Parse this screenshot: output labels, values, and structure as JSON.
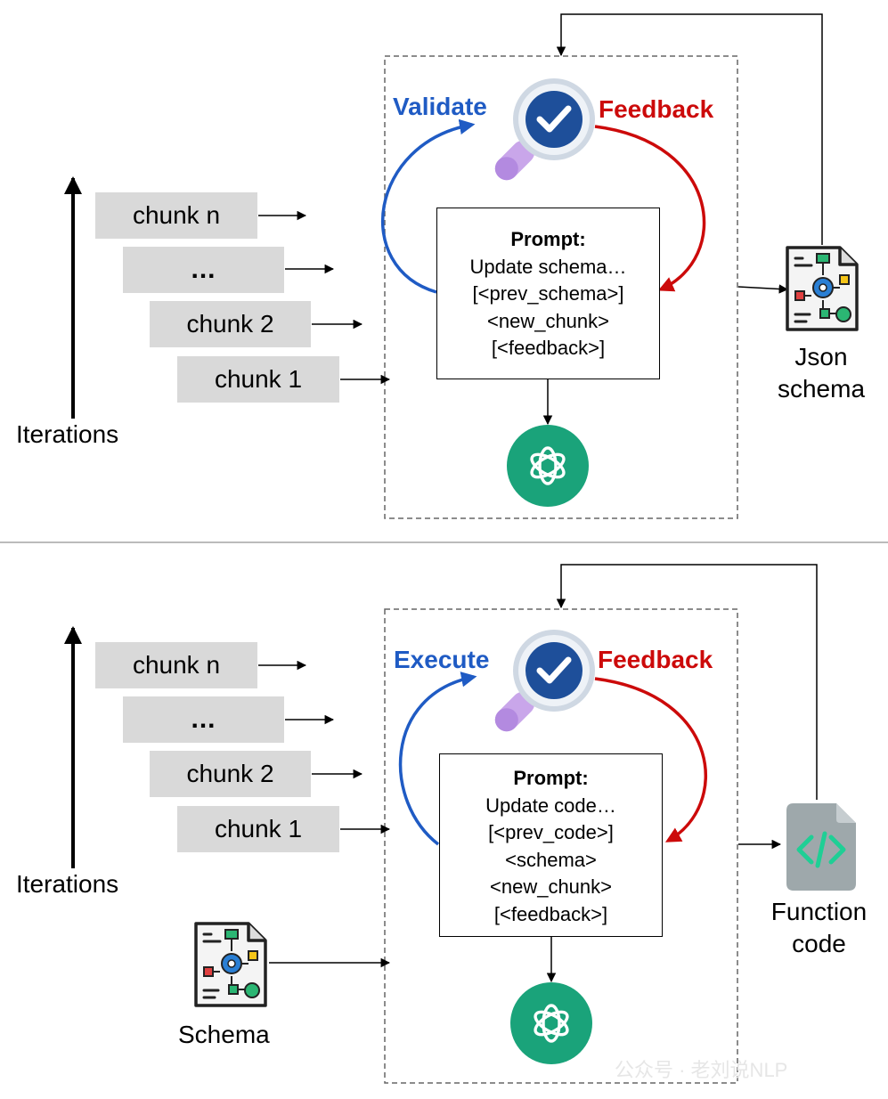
{
  "top": {
    "chunks": [
      "chunk n",
      "...",
      "chunk 2",
      "chunk 1"
    ],
    "iterations_label": "Iterations",
    "loop_left_label": "Validate",
    "loop_right_label": "Feedback",
    "prompt_title": "Prompt:",
    "prompt_lines": [
      "Update schema…",
      "[<prev_schema>]",
      "<new_chunk>",
      "[<feedback>]"
    ],
    "output_label_line1": "Json",
    "output_label_line2": "schema"
  },
  "bottom": {
    "chunks": [
      "chunk n",
      "...",
      "chunk 2",
      "chunk 1"
    ],
    "iterations_label": "Iterations",
    "loop_left_label": "Execute",
    "loop_right_label": "Feedback",
    "prompt_title": "Prompt:",
    "prompt_lines": [
      "Update code…",
      "[<prev_code>]",
      "<schema>",
      "<new_chunk>",
      "[<feedback>]"
    ],
    "schema_input_label": "Schema",
    "output_label_line1": "Function",
    "output_label_line2": "code"
  },
  "icons": {
    "validator": "magnifier-check-icon",
    "llm": "openai-logo-icon",
    "schema_doc": "schema-document-icon",
    "code_file": "code-file-icon"
  },
  "colors": {
    "validate_loop": "#1f5bc4",
    "feedback_loop": "#cc0a0a",
    "chunk_fill": "#d9d9d9",
    "llm_green": "#1aa37a",
    "divider": "#bbbbbb"
  },
  "watermark": "公众号 · 老刘说NLP"
}
